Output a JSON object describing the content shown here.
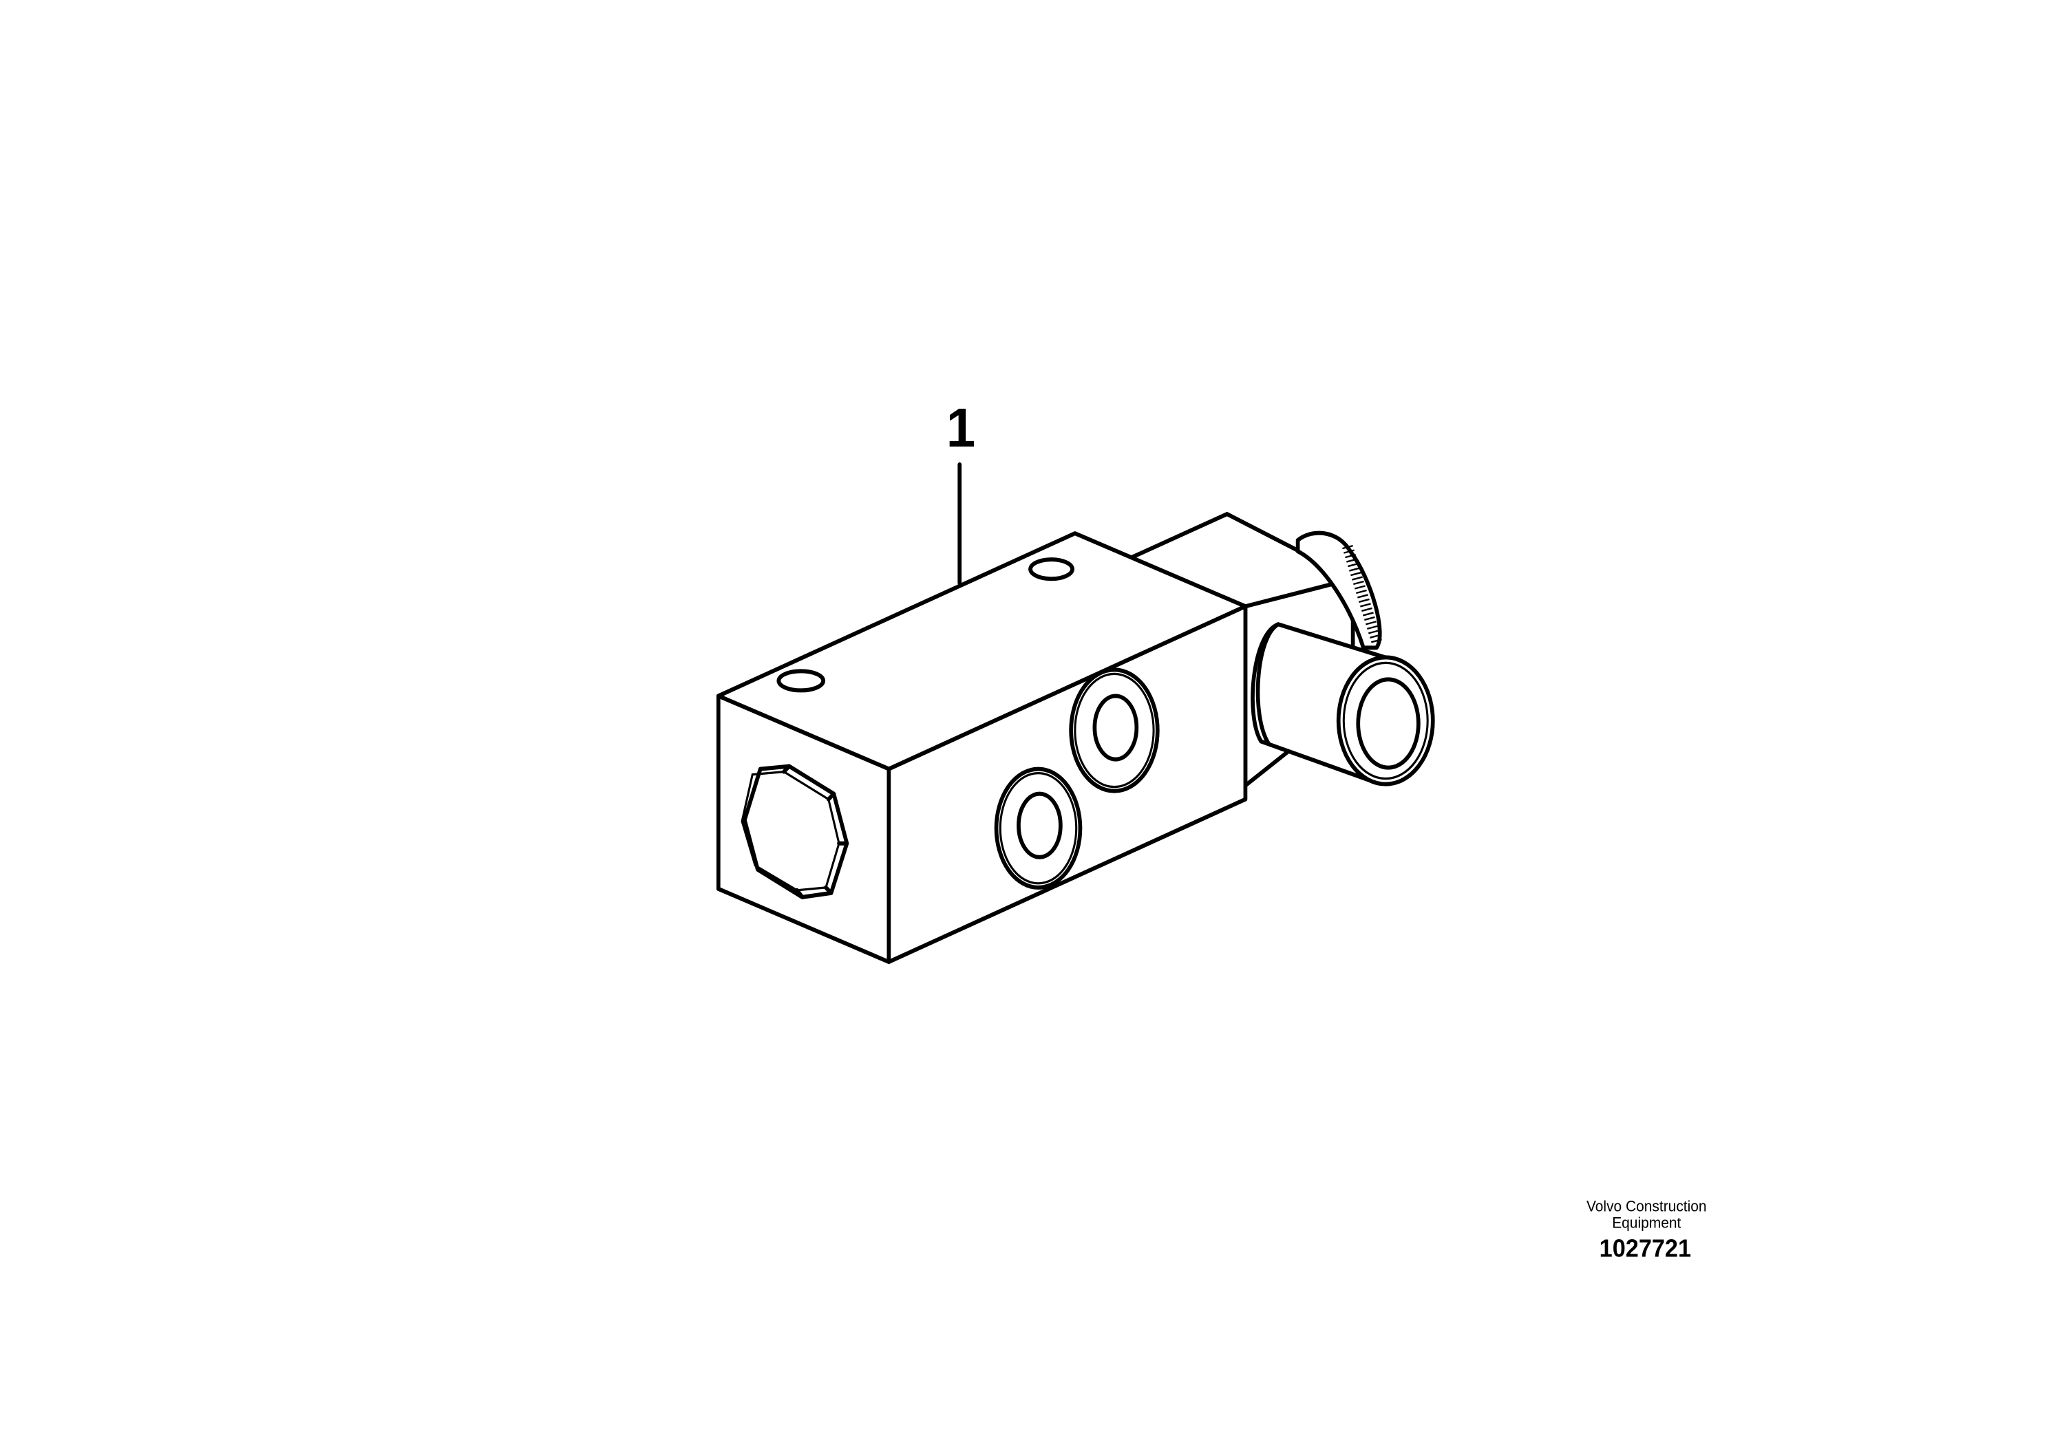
{
  "callouts": [
    {
      "label": "1"
    }
  ],
  "title_block": {
    "company_line1": "Volvo Construction",
    "company_line2": "Equipment",
    "document_number": "1027721"
  }
}
